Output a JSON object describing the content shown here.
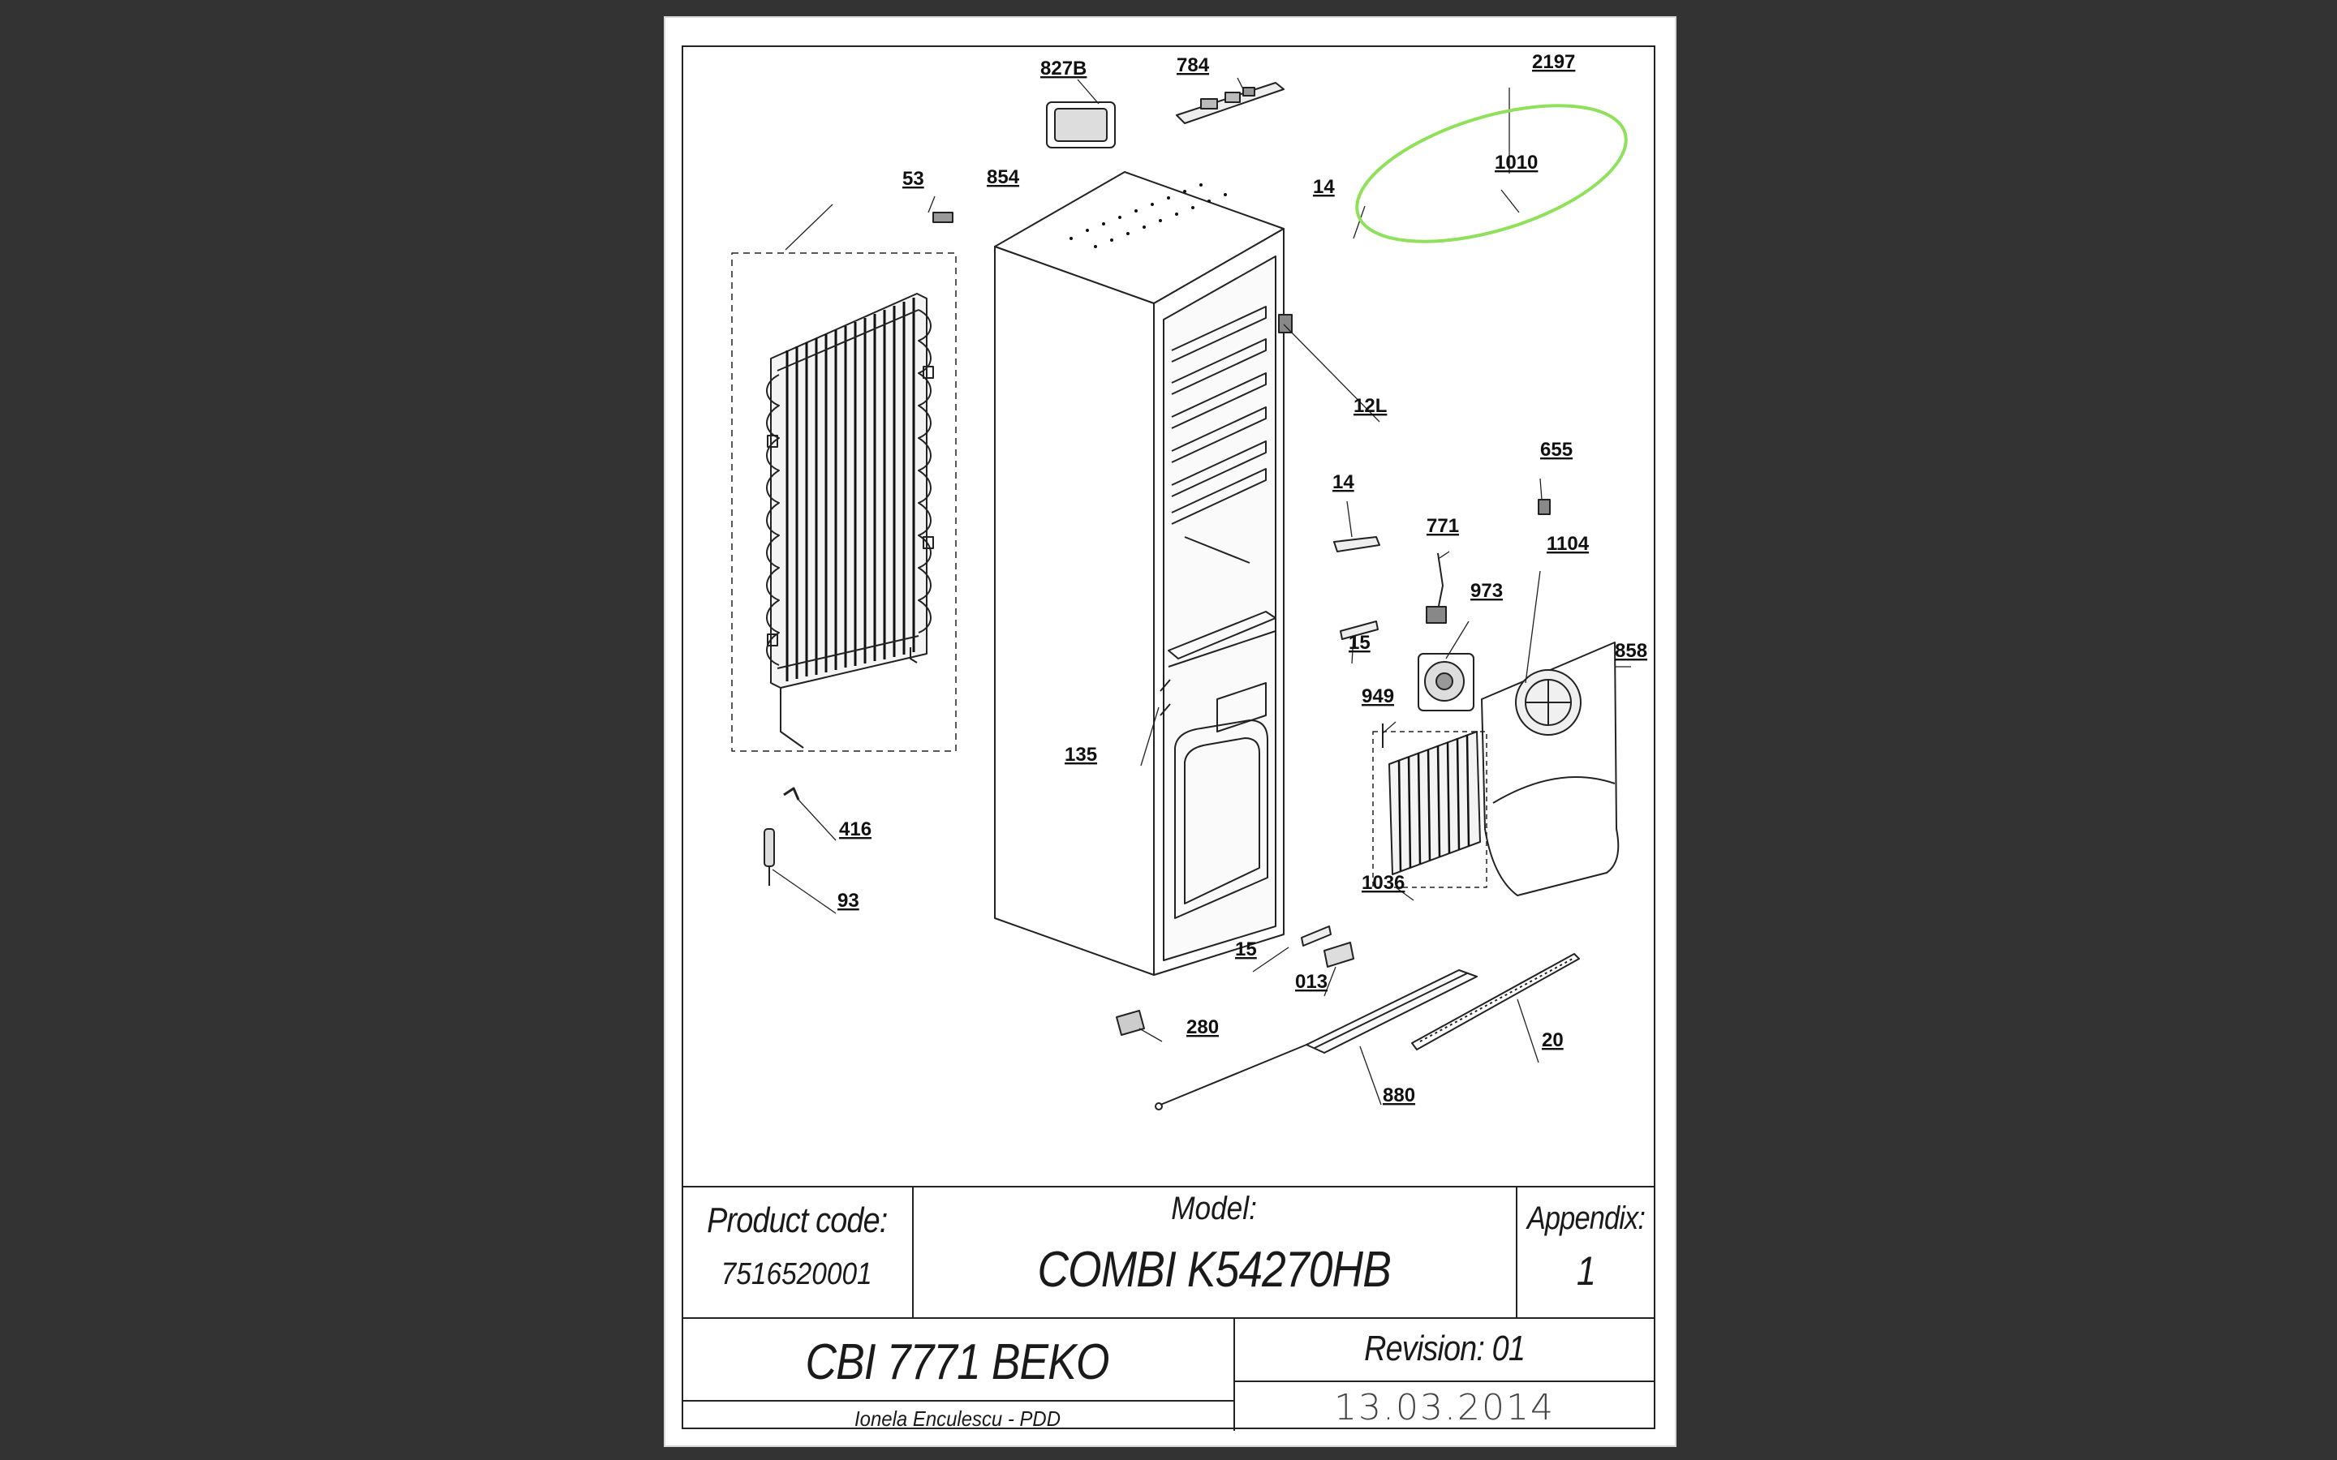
{
  "drawing": {
    "callouts": [
      {
        "id": "c-827b",
        "text": "827B"
      },
      {
        "id": "c-784",
        "text": "784"
      },
      {
        "id": "c-2197",
        "text": "2197"
      },
      {
        "id": "c-1010",
        "text": "1010"
      },
      {
        "id": "c-14a",
        "text": "14"
      },
      {
        "id": "c-854",
        "text": "854"
      },
      {
        "id": "c-53",
        "text": "53"
      },
      {
        "id": "c-12l",
        "text": "12L"
      },
      {
        "id": "c-655",
        "text": "655"
      },
      {
        "id": "c-14b",
        "text": "14"
      },
      {
        "id": "c-771",
        "text": "771"
      },
      {
        "id": "c-1104",
        "text": "1104"
      },
      {
        "id": "c-973",
        "text": "973"
      },
      {
        "id": "c-858",
        "text": "858"
      },
      {
        "id": "c-15a",
        "text": "15"
      },
      {
        "id": "c-949",
        "text": "949"
      },
      {
        "id": "c-135",
        "text": "135"
      },
      {
        "id": "c-416",
        "text": "416"
      },
      {
        "id": "c-93",
        "text": "93"
      },
      {
        "id": "c-1036",
        "text": "1036"
      },
      {
        "id": "c-15b",
        "text": "15"
      },
      {
        "id": "c-013",
        "text": "013"
      },
      {
        "id": "c-280",
        "text": "280"
      },
      {
        "id": "c-20",
        "text": "20"
      },
      {
        "id": "c-880",
        "text": "880"
      }
    ],
    "highlight_color": "#8fe05a",
    "highlighted_part": "2197"
  },
  "title_block": {
    "product_code_label": "Product code:",
    "product_code": "7516520001",
    "model_label": "Model:",
    "model": "COMBI K54270HB",
    "appendix_label": "Appendix:",
    "appendix": "1",
    "product_name": "CBI 7771 BEKO",
    "author": "Ionela Enculescu - PDD",
    "revision": "Revision: 01",
    "date": "13.03.2014"
  }
}
